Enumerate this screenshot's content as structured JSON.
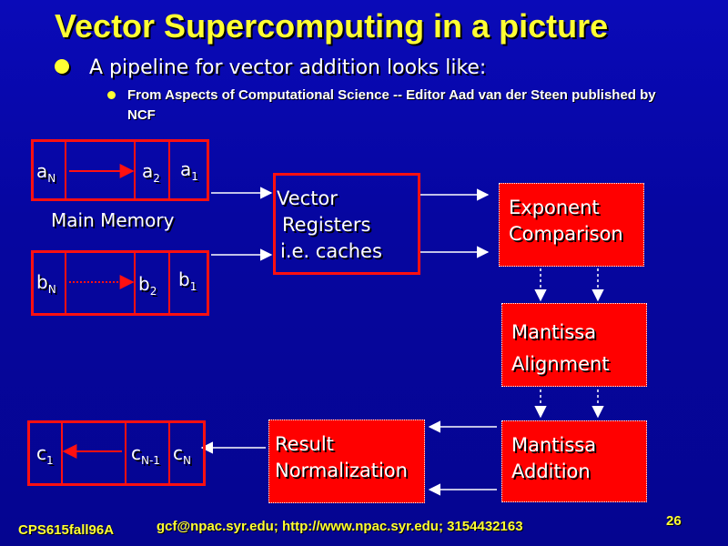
{
  "title": "Vector Supercomputing in a picture",
  "bullet_main": "A pipeline for vector addition looks like:",
  "bullet_sub": "From Aspects of Computational Science -- Editor Aad van der Steen published by NCF",
  "memory_a": {
    "first": "a",
    "first_sub": "N",
    "second": "a",
    "second_sub": "2",
    "third": "a",
    "third_sub": "1"
  },
  "memory_b": {
    "first": "b",
    "first_sub": "N",
    "second": "b",
    "second_sub": "2",
    "third": "b",
    "third_sub": "1"
  },
  "memory_c": {
    "first": "c",
    "first_sub": "1",
    "second": "c",
    "second_sub": "N-1",
    "third": "c",
    "third_sub": "N"
  },
  "main_memory_label": "Main Memory",
  "vector_registers": [
    "Vector",
    "Registers",
    "i.e. caches"
  ],
  "exponent_box": [
    "Exponent",
    "Comparison"
  ],
  "alignment_box": [
    "Mantissa",
    "Alignment"
  ],
  "addition_box": [
    "Mantissa",
    "Addition"
  ],
  "normalization_box": [
    "Result",
    "Normalization"
  ],
  "footer_left": "CPS615fall96A",
  "footer_center": "gcf@npac.syr.edu; http://www.npac.syr.edu; 3154432163",
  "page_number": "26",
  "colors": {
    "background": "#0606a0",
    "title": "#ffff33",
    "box": "#ff0000"
  }
}
